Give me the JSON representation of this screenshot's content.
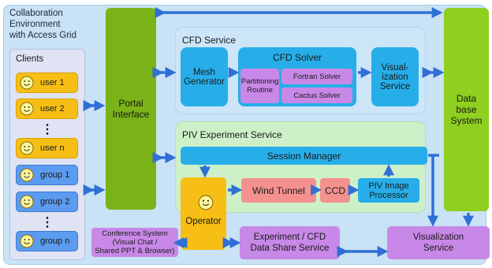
{
  "environment": {
    "title_lines": [
      "Collaboration",
      "Environment",
      "with Access Grid"
    ]
  },
  "clients": {
    "title": "Clients",
    "items": [
      {
        "label": "user 1",
        "kind": "user"
      },
      {
        "label": "user 2",
        "kind": "user"
      },
      {
        "label": "user n",
        "kind": "user"
      },
      {
        "label": "group 1",
        "kind": "group"
      },
      {
        "label": "group 2",
        "kind": "group"
      },
      {
        "label": "group n",
        "kind": "group"
      }
    ],
    "ellipsis": "⋮"
  },
  "portal": {
    "lines": [
      "Portal",
      "Interface"
    ]
  },
  "database": {
    "lines": [
      "Data",
      "base",
      "System"
    ]
  },
  "cfd_service": {
    "title": "CFD Service",
    "mesh_lines": [
      "Mesh",
      "Generator"
    ],
    "solver_title": "CFD Solver",
    "partition_lines": [
      "Partitioning",
      "Routine"
    ],
    "fortran": "Fortran Solver",
    "cactus": "Cactus Solver",
    "visual_lines": [
      "Visual-",
      "ization",
      "Service"
    ]
  },
  "piv_service": {
    "title": "PIV Experiment Service",
    "session_manager": "Session Manager",
    "operator": "Operator",
    "wind_tunnel": "Wind Tunnel",
    "ccd": "CCD",
    "piv_processor_lines": [
      "PIV Image",
      "Processor"
    ]
  },
  "conference": {
    "lines": [
      "Conference System",
      "(Visual Chat /",
      "Shared PPT & Browser)"
    ]
  },
  "share_service": {
    "lines": [
      "Experiment / CFD",
      "Data Share Service"
    ]
  },
  "visualization_service": {
    "lines": [
      "Visualization",
      "Service"
    ]
  },
  "colors": {
    "environment": "#c9e2f5",
    "clients_panel": "#dfe3f3",
    "user": "#f7bf16",
    "group": "#5b9bf0",
    "portal": "#7ab317",
    "database": "#8fcf1f",
    "cfd_panel": "#cce5f7",
    "piv_panel": "#cdf0c8",
    "component_blue": "#27aee9",
    "component_purple": "#c888e8",
    "component_red": "#f4918e",
    "arrow": "#2f6fd6"
  }
}
